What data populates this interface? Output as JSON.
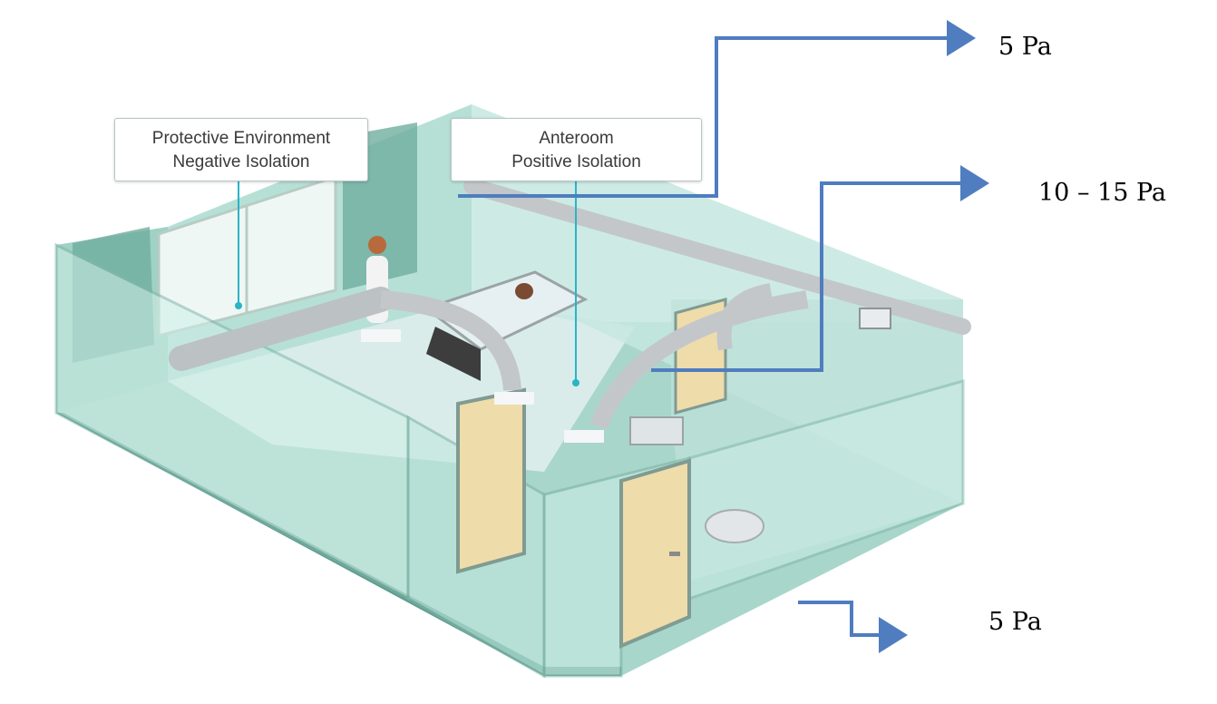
{
  "callouts": {
    "protective": {
      "line1": "Protective Environment",
      "line2": "Negative Isolation"
    },
    "anteroom": {
      "line1": "Anteroom",
      "line2": "Positive Isolation"
    }
  },
  "pressure_labels": {
    "top": "5 Pa",
    "middle": "10 – 15 Pa",
    "bottom": "5 Pa"
  },
  "colors": {
    "arrow": "#4f7dbf",
    "leader": "#2bb3c7",
    "glass": "#bfe3da",
    "wall": "#8fc9bb",
    "duct": "#c3c7ca",
    "door": "#eedcaa"
  },
  "icons": [
    "arrow-right-icon",
    "leader-dot-icon"
  ]
}
